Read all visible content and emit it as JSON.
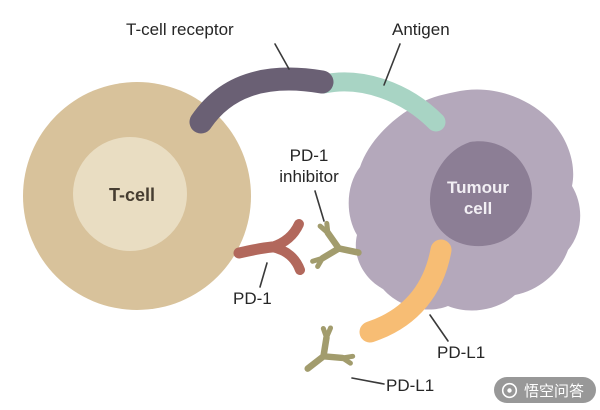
{
  "diagram": {
    "labels": {
      "t_cell_receptor": "T-cell receptor",
      "antigen": "Antigen",
      "pd1_inhibitor": "PD-1 inhibitor",
      "pd1": "PD-1",
      "pdl1_upper": "PD-L1",
      "pdl1_lower": "PD-L1",
      "t_cell": "T-cell",
      "tumour_cell": "Tumour cell"
    },
    "colors": {
      "background": "#ffffff",
      "t_cell_body": "#d8c29b",
      "t_cell_inner": "#e9ddc2",
      "tumour_body": "#b4a8bb",
      "tumour_inner": "#8c7e95",
      "t_cell_receptor": "#6a6074",
      "antigen": "#a8d4c4",
      "pd1": "#b2685c",
      "pdl1": "#f7bd74",
      "antibody": "#a29c6d",
      "label_text": "#262626",
      "t_cell_label_text": "#463d31",
      "tumour_label_text": "#f2eff4",
      "connector_line": "#3a3a3a"
    }
  },
  "watermark": {
    "text": "悟空问答"
  }
}
